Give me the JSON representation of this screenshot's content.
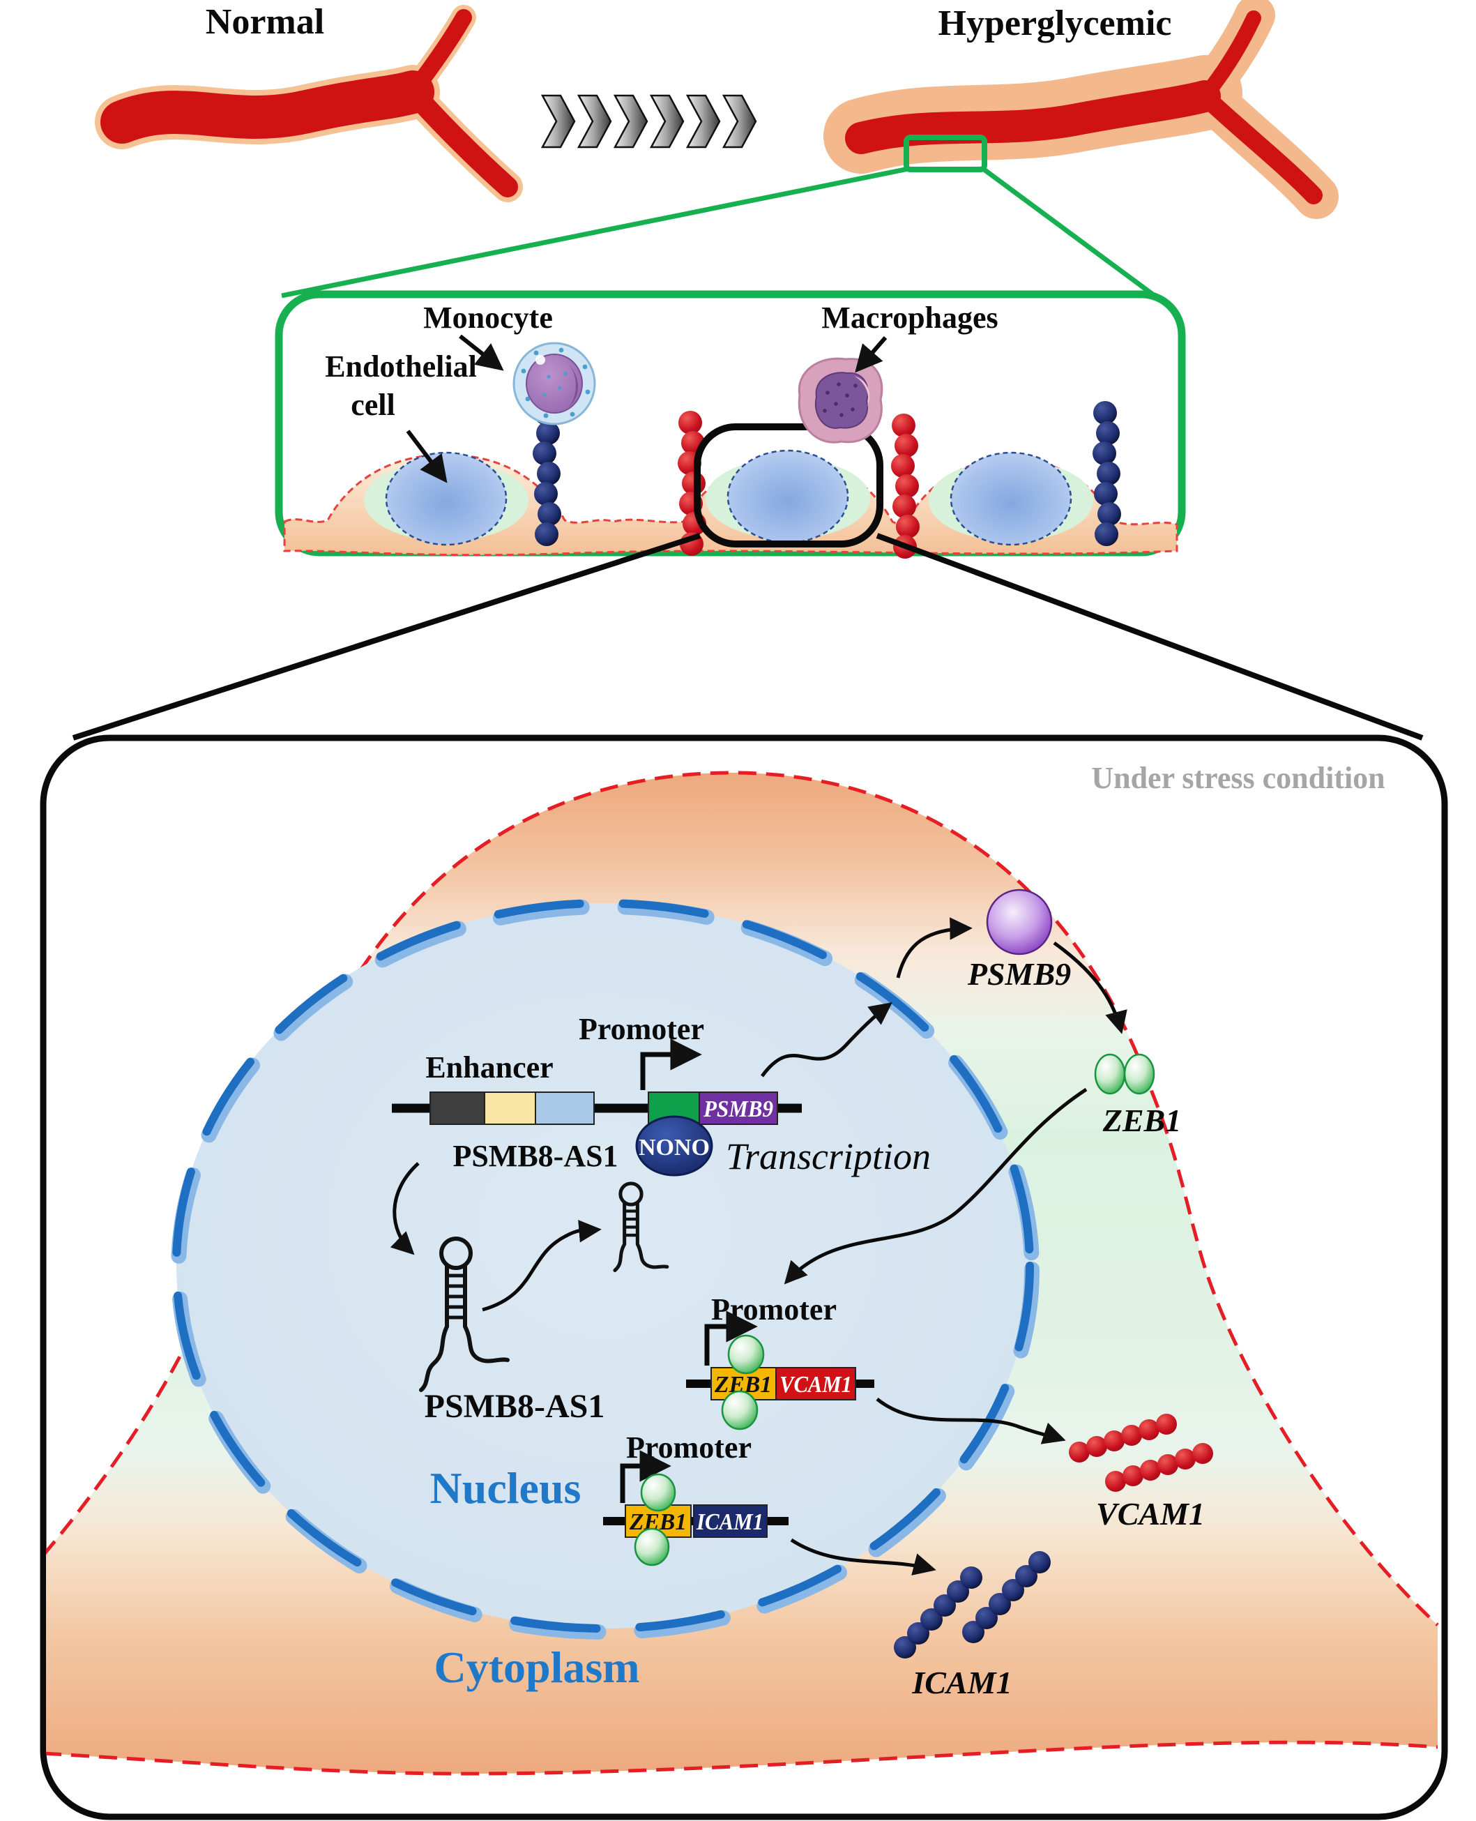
{
  "header": {
    "normal": "Normal",
    "hyperglycemic": "Hyperglycemic"
  },
  "inset": {
    "monocyte": "Monocyte",
    "macrophages": "Macrophages",
    "endothelial_line1": "Endothelial",
    "endothelial_line2": "cell"
  },
  "cell": {
    "condition": "Under stress condition",
    "nucleus": "Nucleus",
    "cytoplasm": "Cytoplasm",
    "enhancer": "Enhancer",
    "promoter_psmb9": "Promoter",
    "promoter_vcam1": "Promoter",
    "promoter_icam1": "Promoter",
    "psmb8as1_gene": "PSMB8-AS1",
    "psmb8as1_rna": "PSMB8-AS1",
    "psmb9_gene": "PSMB9",
    "psmb9_protein": "PSMB9",
    "nono": "NONO",
    "transcription": "Transcription",
    "zeb1_protein": "ZEB1",
    "zeb1_site_vcam1": "ZEB1",
    "zeb1_site_icam1": "ZEB1",
    "vcam1_gene": "VCAM1",
    "vcam1_protein": "VCAM1",
    "icam1_gene": "ICAM1",
    "icam1_protein": "ICAM1"
  },
  "colors": {
    "vessel_red": "#cf1214",
    "vessel_wall": "#f6c193",
    "inset_border": "#17b050",
    "membrane_red": "#e51e25",
    "envelope_blue": "#1e6ec2",
    "label_blue": "#1f78c8",
    "label_gray": "#a5a5a5",
    "enhancer_dark": "#3f3f3f",
    "enhancer_cream": "#f9e6a6",
    "enhancer_blue": "#a9c8e8",
    "promoter_green": "#0ea04b",
    "psmb9_purple": "#7031a0",
    "nono_navy": "#16286e",
    "zeb1_yellow": "#f5b600",
    "vcam1_red": "#d01217",
    "icam1_navy": "#1b2a6b",
    "zeb1_protein_green": "#1f9e42",
    "psmb9_protein_purple": "#8b46c4",
    "bead_navy": "#1b2a6b",
    "bead_red": "#c8101e"
  }
}
